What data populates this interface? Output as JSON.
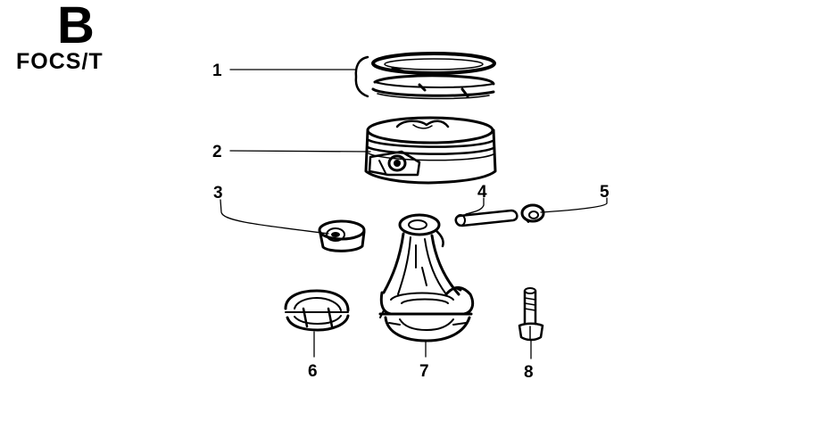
{
  "header": {
    "section_letter": "B",
    "model_code": "FOCS/T"
  },
  "callouts": {
    "c1": "1",
    "c2": "2",
    "c3": "3",
    "c4": "4",
    "c5": "5",
    "c6": "6",
    "c7": "7",
    "c8": "8"
  },
  "colors": {
    "ink": "#000000",
    "paper": "#ffffff"
  }
}
